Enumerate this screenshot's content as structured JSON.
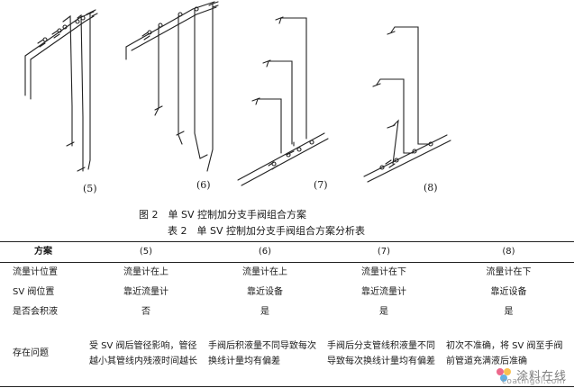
{
  "figure": {
    "labels": [
      "(5)",
      "(6)",
      "(7)",
      "(8)"
    ],
    "caption": "图 2　单 SV 控制加分支手阀组合方案"
  },
  "table": {
    "title": "表 2　单 SV 控制加分支手阀组合方案分析表",
    "headers": [
      "方案",
      "(5)",
      "(6)",
      "(7)",
      "(8)"
    ],
    "rows": [
      {
        "label": "流量计位置",
        "cells": [
          "流量计在上",
          "流量计在上",
          "流量计在下",
          "流量计在下"
        ]
      },
      {
        "label": "SV 阀位置",
        "cells": [
          "靠近流量计",
          "靠近设备",
          "靠近流量计",
          "靠近设备"
        ]
      },
      {
        "label": "是否会积液",
        "cells": [
          "否",
          "是",
          "是",
          "是"
        ]
      },
      {
        "label": "存在问题",
        "cells": [
          "受 SV 阀后管径影响，管径越小其管线内残液时间越长",
          "手阀后积液量不同导致每次换线计量均有偏差",
          "手阀后分支管线积液量不同导致每次换线计量均有偏差",
          "初次不准确，将 SV 阀至手阀前管道充满液后准确"
        ]
      }
    ]
  },
  "watermark": {
    "text": "涂料在线",
    "sub": "coatingol.com"
  }
}
